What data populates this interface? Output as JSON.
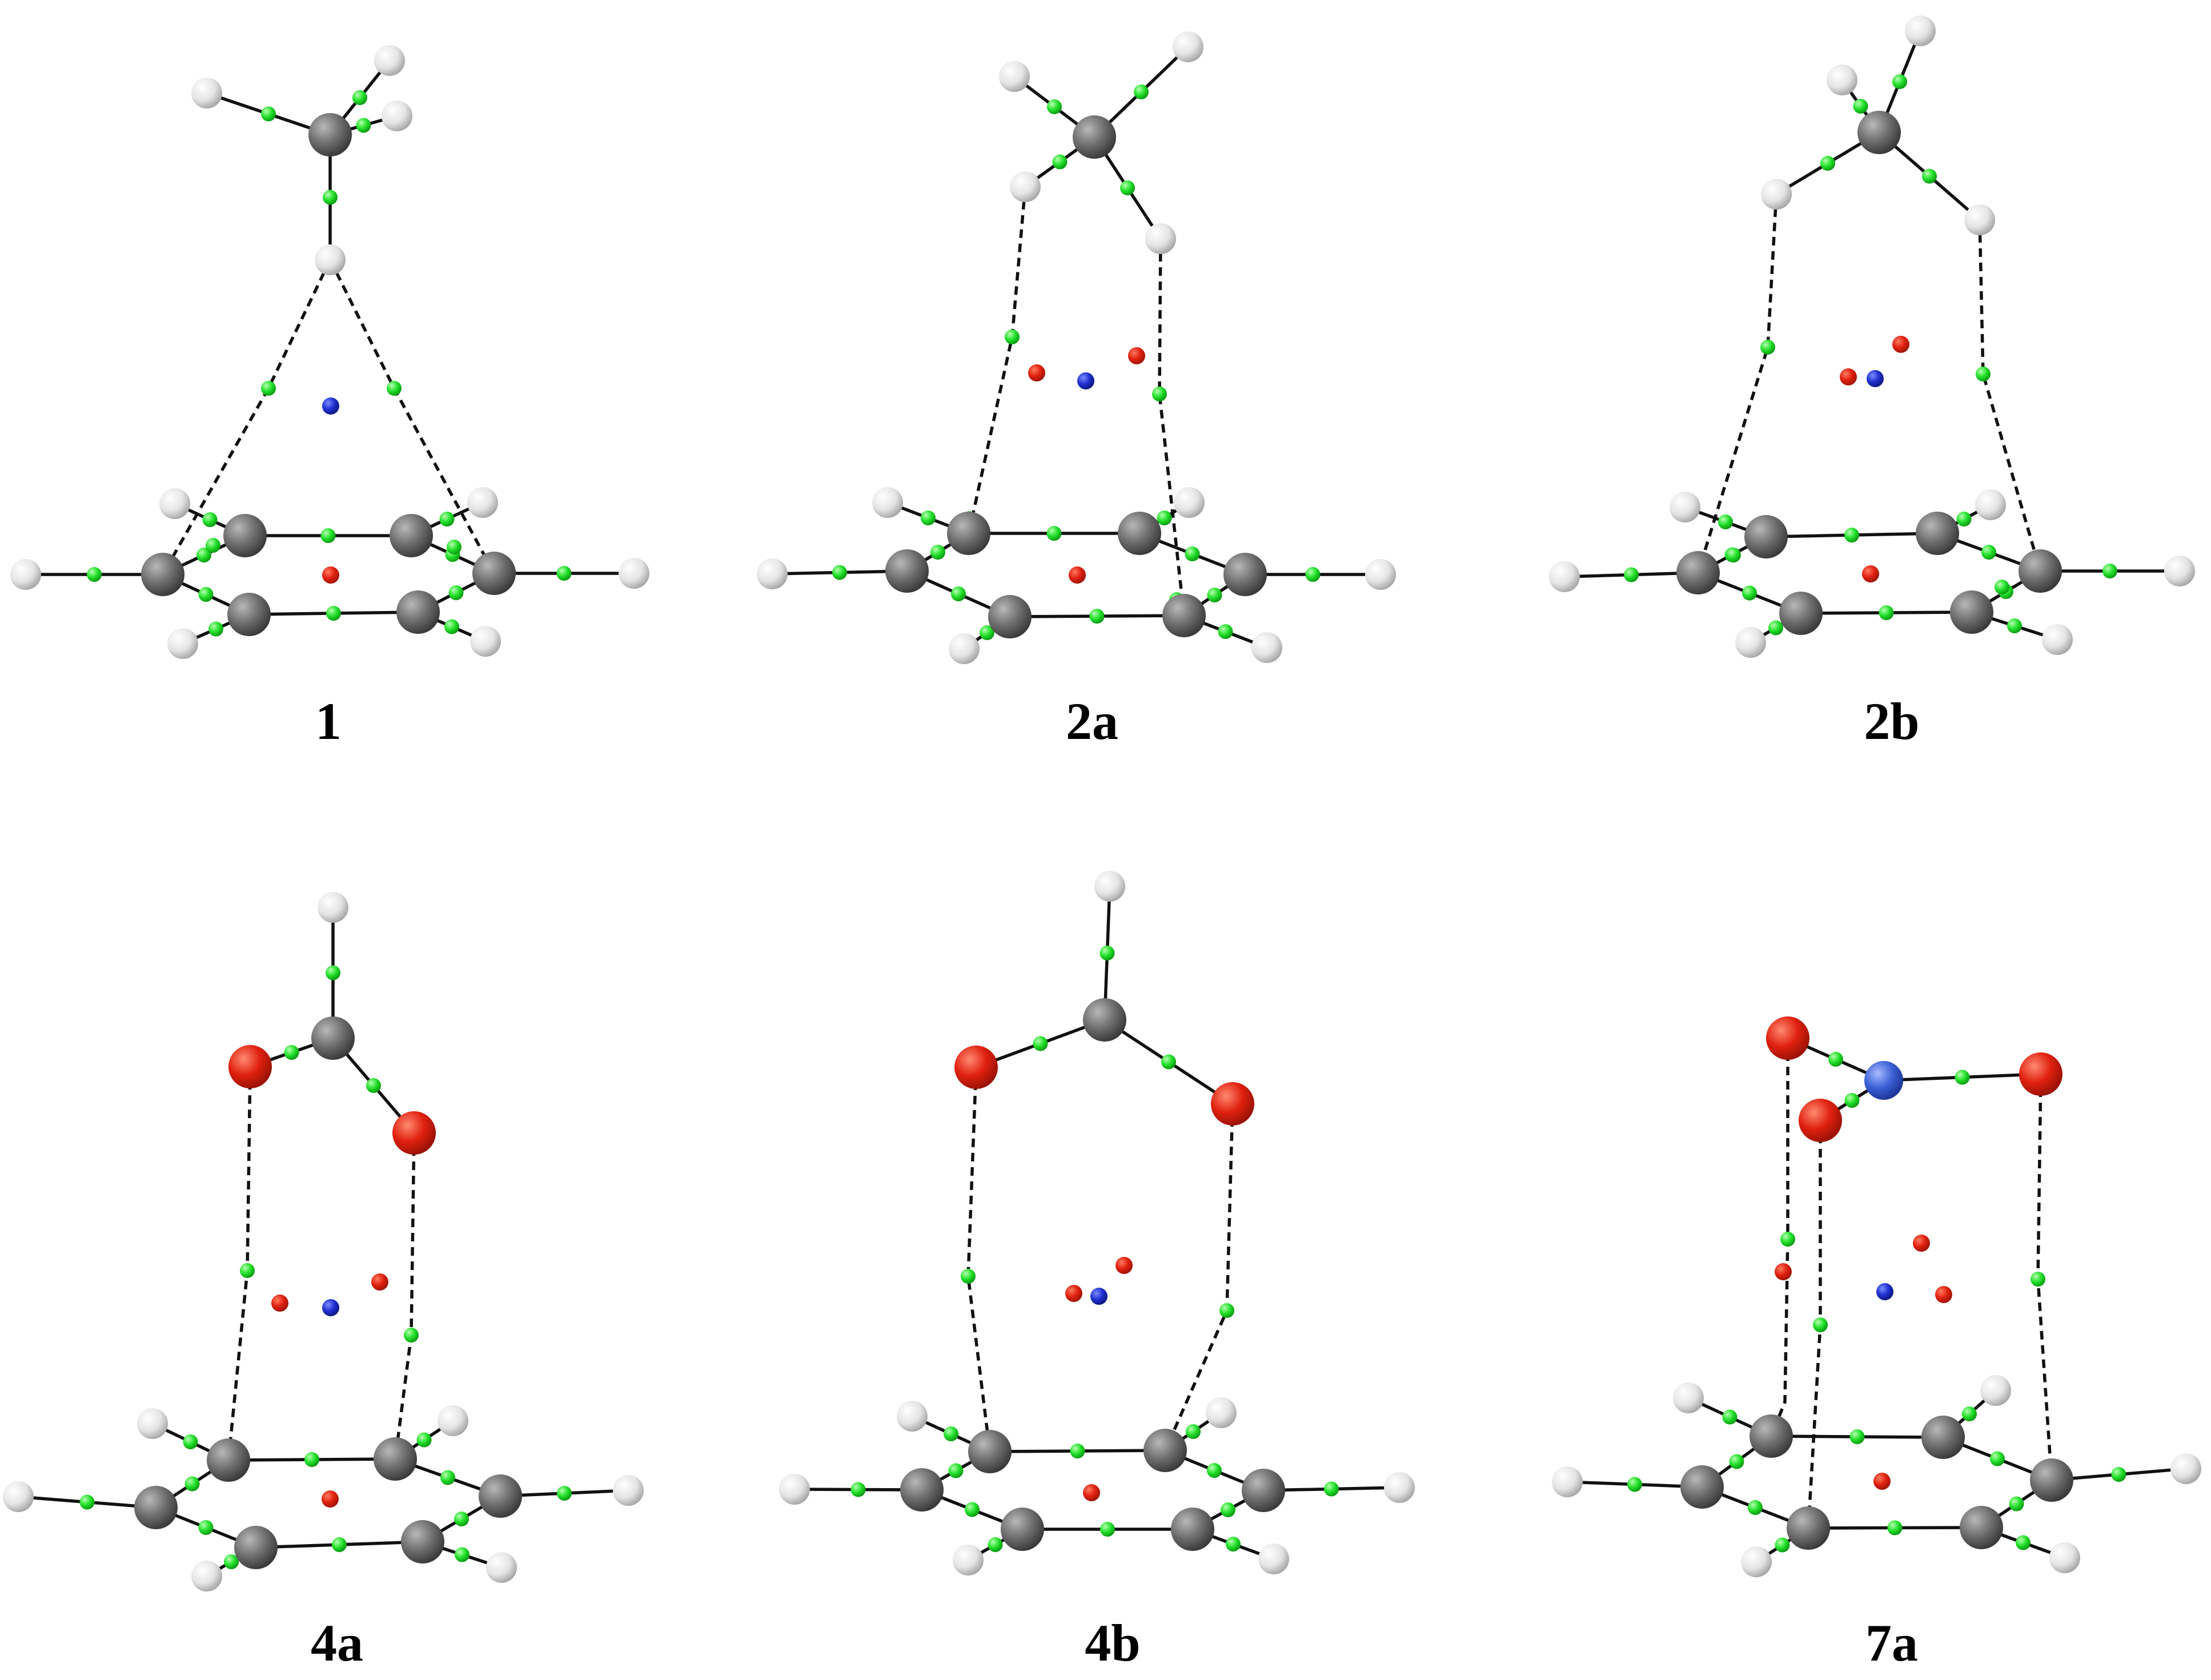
{
  "figure": {
    "labels": [
      "1",
      "2a",
      "2b",
      "4a",
      "4b",
      "7a"
    ]
  },
  "legend_colors": {
    "carbon": "#6e6e6e",
    "hydrogen": "#e6e6e6",
    "oxygen": "#e0200f",
    "nitrogen": "#3b5fd6",
    "bond_critical_point": "#22e02a",
    "ring_critical_point": "#e0200f",
    "cage_critical_point": "#1e2fd0"
  },
  "molecules": [
    {
      "label": "1",
      "guest": "CH4",
      "contacts": 2
    },
    {
      "label": "2a",
      "guest": "CH4",
      "contacts": 2
    },
    {
      "label": "2b",
      "guest": "CH4",
      "contacts": 2
    },
    {
      "label": "4a",
      "guest": "HCO2",
      "contacts": 2
    },
    {
      "label": "4b",
      "guest": "HCO2",
      "contacts": 2
    },
    {
      "label": "7a",
      "guest": "NO3",
      "contacts": 3
    }
  ]
}
